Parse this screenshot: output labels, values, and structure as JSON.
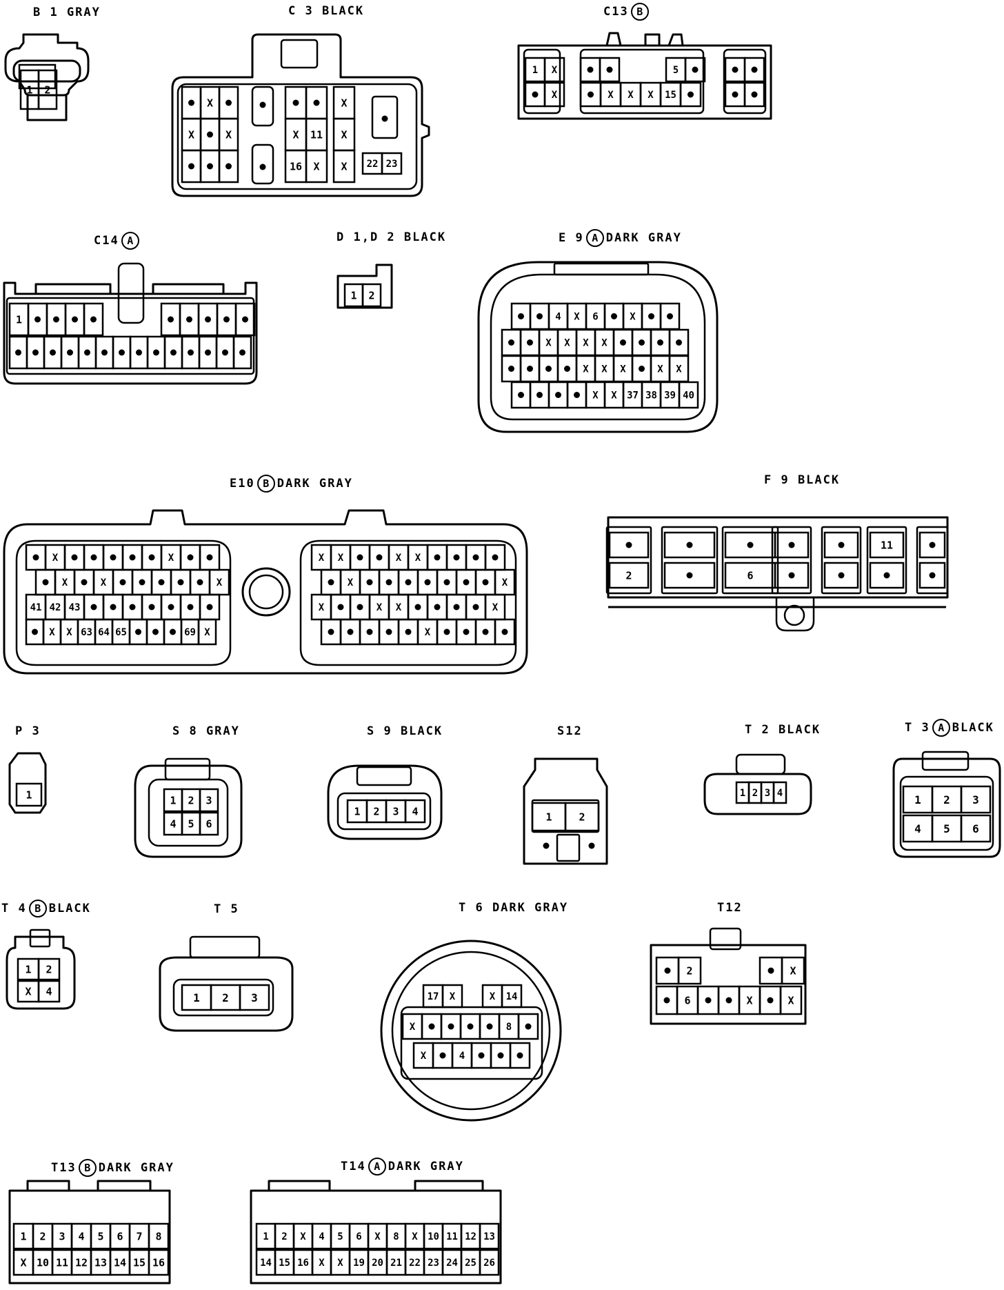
{
  "labels": {
    "b1": "B 1 GRAY",
    "c3": "C 3 BLACK",
    "c13": {
      "pre": "C13",
      "circle": "B",
      "post": ""
    },
    "c14": {
      "pre": "C14",
      "circle": "A",
      "post": ""
    },
    "d1d2": "D 1,D 2 BLACK",
    "e9": {
      "pre": "E 9",
      "circle": "A",
      "post": "DARK GRAY"
    },
    "e10": {
      "pre": "E10",
      "circle": "B",
      "post": "DARK GRAY"
    },
    "f9": "F 9 BLACK",
    "p3": "P 3",
    "s8": "S 8 GRAY",
    "s9": "S 9 BLACK",
    "s12": "S12",
    "t2": "T 2 BLACK",
    "t3": {
      "pre": "T 3",
      "circle": "A",
      "post": "BLACK"
    },
    "t4": {
      "pre": "T 4",
      "circle": "B",
      "post": "BLACK"
    },
    "t5": "T 5",
    "t6": "T 6 DARK GRAY",
    "t12": "T12",
    "t13": {
      "pre": "T13",
      "circle": "B",
      "post": "DARK GRAY"
    },
    "t14": {
      "pre": "T14",
      "circle": "A",
      "post": "DARK GRAY"
    }
  },
  "pins": {
    "b1": [
      "1",
      "2"
    ],
    "c3": [
      [
        "•",
        "X",
        "•",
        "•",
        "•",
        "•",
        "X"
      ],
      [
        "X",
        "•",
        "X",
        "",
        "X",
        "11",
        "X"
      ],
      [
        "•",
        "•",
        "•",
        "•",
        "16",
        "X",
        "X"
      ]
    ],
    "c3_small": [
      "22",
      "23"
    ],
    "c13": [
      [
        "1",
        "X",
        "•",
        "•",
        "",
        "",
        "5",
        "•",
        "•",
        "•"
      ],
      [
        "•",
        "X",
        "•",
        "X",
        "X",
        "X",
        "15",
        "•",
        "•",
        "•"
      ]
    ],
    "c14": [
      [
        "1",
        "•",
        "•",
        "•",
        "•",
        "",
        "",
        "•",
        "•",
        "•",
        "•",
        "•"
      ],
      [
        "•",
        "•",
        "•",
        "•",
        "•",
        "•",
        "•",
        "•",
        "•",
        "•",
        "•",
        "•",
        "•",
        "•"
      ]
    ],
    "d1d2": [
      "1",
      "2"
    ],
    "e9": [
      [
        "•",
        "•",
        "4",
        "X",
        "6",
        "•",
        "X",
        "•",
        "•"
      ],
      [
        "•",
        "•",
        "X",
        "X",
        "X",
        "X",
        "•",
        "•",
        "•",
        "•"
      ],
      [
        "•",
        "•",
        "•",
        "•",
        "X",
        "X",
        "X",
        "•",
        "X",
        "X"
      ],
      [
        "•",
        "•",
        "•",
        "•",
        "X",
        "X",
        "37",
        "38",
        "39",
        "40"
      ]
    ],
    "e10_left": [
      [
        "•",
        "X",
        "•",
        "•",
        "•",
        "•",
        "•",
        "X",
        "•",
        "•"
      ],
      [
        "•",
        "X",
        "•",
        "X",
        "•",
        "•",
        "•",
        "•",
        "•",
        "X"
      ],
      [
        "41",
        "42",
        "43",
        "•",
        "•",
        "•",
        "•",
        "•",
        "•",
        "•"
      ],
      [
        "•",
        "X",
        "X",
        "63",
        "64",
        "65",
        "•",
        "•",
        "•",
        "69",
        "X"
      ]
    ],
    "e10_right": [
      [
        "X",
        "X",
        "•",
        "•",
        "X",
        "X",
        "•",
        "•",
        "•",
        "•"
      ],
      [
        "•",
        "X",
        "•",
        "•",
        "•",
        "•",
        "•",
        "•",
        "•",
        "X"
      ],
      [
        "X",
        "•",
        "•",
        "X",
        "X",
        "•",
        "•",
        "•",
        "•",
        "X"
      ],
      [
        "•",
        "•",
        "•",
        "•",
        "•",
        "X",
        "•",
        "•",
        "•",
        "•"
      ]
    ],
    "f9": [
      "•",
      "2",
      "•",
      "•",
      "•",
      "6",
      "•",
      "•",
      "•",
      "•",
      "11",
      "•",
      "•",
      "•"
    ],
    "p3": [
      "1"
    ],
    "s8": [
      [
        "1",
        "2",
        "3"
      ],
      [
        "4",
        "5",
        "6"
      ]
    ],
    "s9": [
      "1",
      "2",
      "3",
      "4"
    ],
    "s12": [
      "1",
      "2",
      "•",
      "•"
    ],
    "t2": [
      "1",
      "2",
      "3",
      "4"
    ],
    "t3": [
      [
        "1",
        "2",
        "3"
      ],
      [
        "4",
        "5",
        "6"
      ]
    ],
    "t4": [
      [
        "1",
        "2"
      ],
      [
        "X",
        "4"
      ]
    ],
    "t5": [
      "1",
      "2",
      "3"
    ],
    "t6": [
      [
        "17",
        "X",
        "X",
        "14"
      ],
      [
        "X",
        "•",
        "•",
        "•",
        "•",
        "8",
        "•"
      ],
      [
        "X",
        "•",
        "4",
        "•",
        "•",
        "•"
      ]
    ],
    "t12": [
      [
        "•",
        "2",
        "•",
        "X"
      ],
      [
        "•",
        "6",
        "•",
        "•",
        "X",
        "•",
        "X"
      ]
    ],
    "t13": [
      [
        "1",
        "2",
        "3",
        "4",
        "5",
        "6",
        "7",
        "8"
      ],
      [
        "X",
        "10",
        "11",
        "12",
        "13",
        "14",
        "15",
        "16"
      ]
    ],
    "t14": [
      [
        "1",
        "2",
        "X",
        "4",
        "5",
        "6",
        "X",
        "8",
        "X",
        "10",
        "11",
        "12",
        "13"
      ],
      [
        "14",
        "15",
        "16",
        "X",
        "X",
        "19",
        "20",
        "21",
        "22",
        "23",
        "24",
        "25",
        "26"
      ]
    ]
  }
}
